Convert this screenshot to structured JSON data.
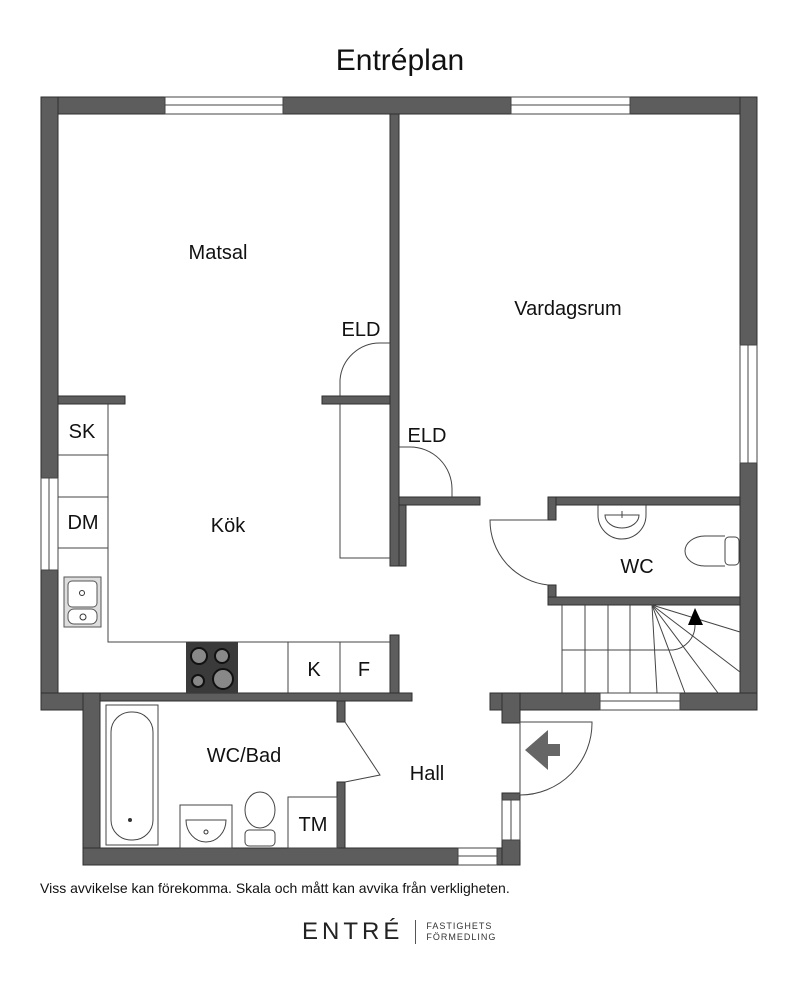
{
  "title": "Entréplan",
  "rooms": {
    "matsal": "Matsal",
    "vardagsrum": "Vardagsrum",
    "kok": "Kök",
    "wc": "WC",
    "wc_bad": "WC/Bad",
    "hall": "Hall",
    "eld_1": "ELD",
    "eld_2": "ELD",
    "sk": "SK",
    "dm": "DM",
    "k": "K",
    "f": "F",
    "tm": "TM"
  },
  "disclaimer": "Viss avvikelse kan förekomma. Skala och mått kan avvika från verkligheten.",
  "logo": {
    "brand": "ENTRÉ",
    "line1": "FASTIGHETS",
    "line2": "FÖRMEDLING"
  },
  "colors": {
    "wall": "#5d5d5d",
    "stove": "#3a3a3a",
    "arrow": "#666666"
  }
}
